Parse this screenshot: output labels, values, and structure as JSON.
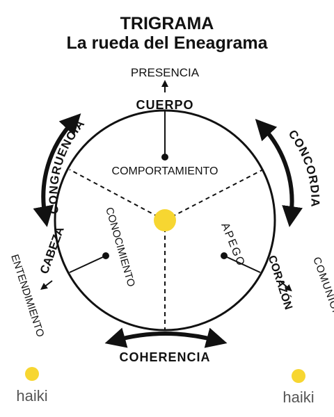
{
  "title": {
    "line1": "TRIGRAMA",
    "line2": "La rueda del Eneagrama"
  },
  "centers": {
    "cuerpo": {
      "name": "CUERPO",
      "inner": "COMPORTAMIENTO",
      "outer": "PRESENCIA"
    },
    "cabeza": {
      "name": "CABEZA",
      "inner": "CONOCIMIENTO",
      "outer": "ENTENDIMIENTO"
    },
    "corazon": {
      "name": "CORAZÓN",
      "inner": "APEGO",
      "outer": "COMUNIÓN"
    }
  },
  "arcs": {
    "left": "CONGRUENCIA",
    "right": "CONCORDIA",
    "bottom": "COHERENCIA"
  },
  "brand": {
    "left": "haiki",
    "right": "haiki",
    "dot_color": "#f7d631"
  },
  "colors": {
    "accent": "#f7d631",
    "ink": "#111111"
  }
}
